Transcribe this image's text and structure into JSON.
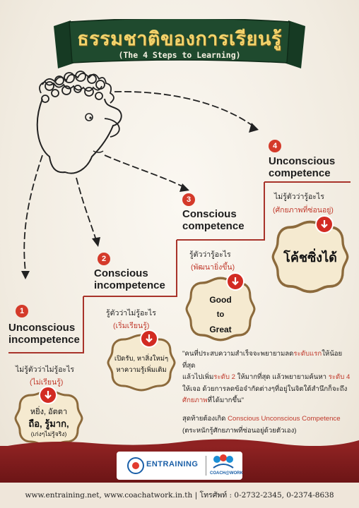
{
  "title": {
    "thai": "ธรรมชาติของการเรียนรู้",
    "english": "(The 4 Steps to Learning)"
  },
  "steps": [
    {
      "number": "1",
      "title_line1": "Unconscious",
      "title_line2": "incompetence",
      "caption": "ไม่รู้ตัวว่าไม่รู้อะไร",
      "caption_red": "(ไม่เรียนรู้)",
      "medal_lines": [
        "หยิ่ง, อัตตา",
        "ถือ, รู้มาก,",
        "(เก่งๆไม่รู้จริง)"
      ]
    },
    {
      "number": "2",
      "title_line1": "Conscious",
      "title_line2": "incompetence",
      "caption": "รู้ตัวว่าไม่รู้อะไร",
      "caption_red": "(เริ่มเรียนรู้)",
      "medal_lines": [
        "เปิดรับ, หาสิ่งใหม่ๆ",
        "หาความรู้เพิ่มเติม"
      ]
    },
    {
      "number": "3",
      "title_line1": "Conscious",
      "title_line2": "competence",
      "caption": "รู้ตัวว่ารู้อะไร",
      "caption_red": "(พัฒนายิ่งขึ้น)",
      "medal_lines": [
        "Good",
        "to",
        "Great"
      ]
    },
    {
      "number": "4",
      "title_line1": "Unconscious",
      "title_line2": "competence",
      "caption": "ไม่รู้ตัวว่ารู้อะไร",
      "caption_red": "(ศักยภาพที่ซ่อนอยู่)",
      "medal_lines": [
        "โค้ชซิ่งได้"
      ]
    }
  ],
  "quote": {
    "line1_a": "\"คนที่ประสบความสำเร็จจะพยายามลด",
    "line1_red": "ระดับแรก",
    "line1_b": "ให้น้อยที่สุด",
    "line2_a": "แล้วไปเพิ่ม",
    "line2_red": "ระดับ 2",
    "line2_b": " ให้มากที่สุด แล้วพยายามค้นหา ",
    "line2_red2": "ระดับ 4",
    "line3": "ให้เจอ ด้วยการลดข้อจำกัดต่างๆที่อยู่ในจิตใต้สำนึกก็จะถึง",
    "line4_red": "ศักยภาพ",
    "line4_b": "ที่ได้มากขึ้น\""
  },
  "summary": {
    "line1_a": "สุดท้ายต้องเกิด ",
    "line1_red": "Conscious Unconscious Competence",
    "line2": "(ตระหนักรู้ศักยภาพที่ซ่อนอยู่ด้วยตัวเอง)"
  },
  "logos": {
    "entraining": "ENTRAINING",
    "coachatwork": "COACH@WORK"
  },
  "footer": {
    "contact": "www.entraining.net, www.coachatwork.in.th | โทรศัพท์ : 0-2732-2345, 0-2374-8638"
  },
  "colors": {
    "accent_red": "#c0392b",
    "banner_green": "#1f4a2e",
    "title_gold": "#f3d36b",
    "footer_maroon": "#7a1a1a",
    "medal_fill": "#f5ead0",
    "medal_border": "#8c6a3c"
  }
}
